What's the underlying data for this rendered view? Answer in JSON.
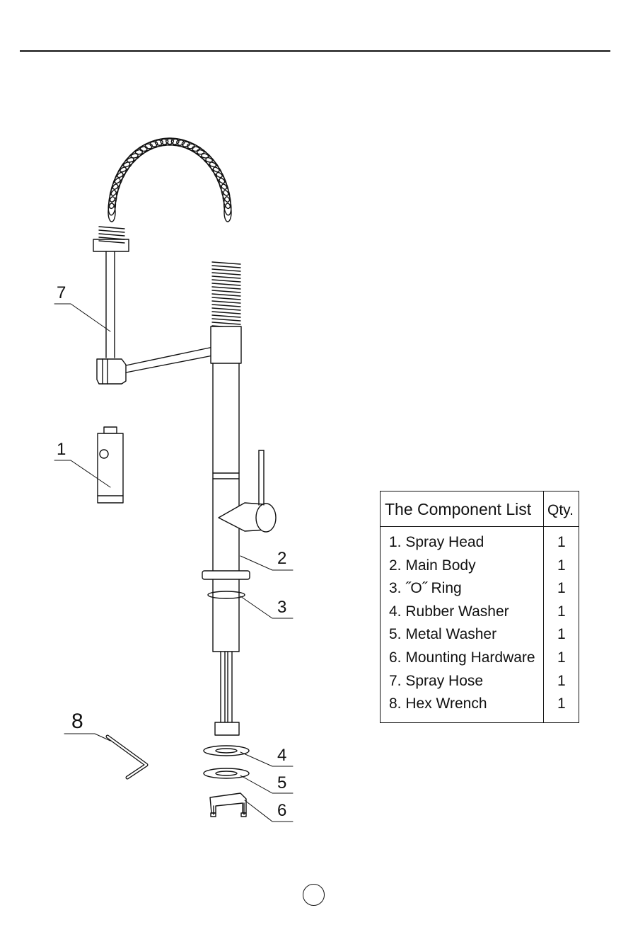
{
  "callouts": {
    "spray_hose": "7",
    "spray_head": "1",
    "main_body": "2",
    "o_ring": "3",
    "rubber_washer": "4",
    "metal_washer": "5",
    "mounting_hardware": "6",
    "hex_wrench": "8"
  },
  "component_table": {
    "header_name": "The Component List",
    "header_qty": "Qty.",
    "rows": [
      {
        "name": "1. Spray Head",
        "qty": "1"
      },
      {
        "name": "2. Main Body",
        "qty": "1"
      },
      {
        "name": "3. ˝O˝  Ring",
        "qty": "1"
      },
      {
        "name": "4. Rubber Washer",
        "qty": "1"
      },
      {
        "name": "5. Metal Washer",
        "qty": "1"
      },
      {
        "name": "6. Mounting Hardware",
        "qty": "1"
      },
      {
        "name": "7. Spray Hose",
        "qty": "1"
      },
      {
        "name": "8. Hex Wrench",
        "qty": "1"
      }
    ]
  }
}
